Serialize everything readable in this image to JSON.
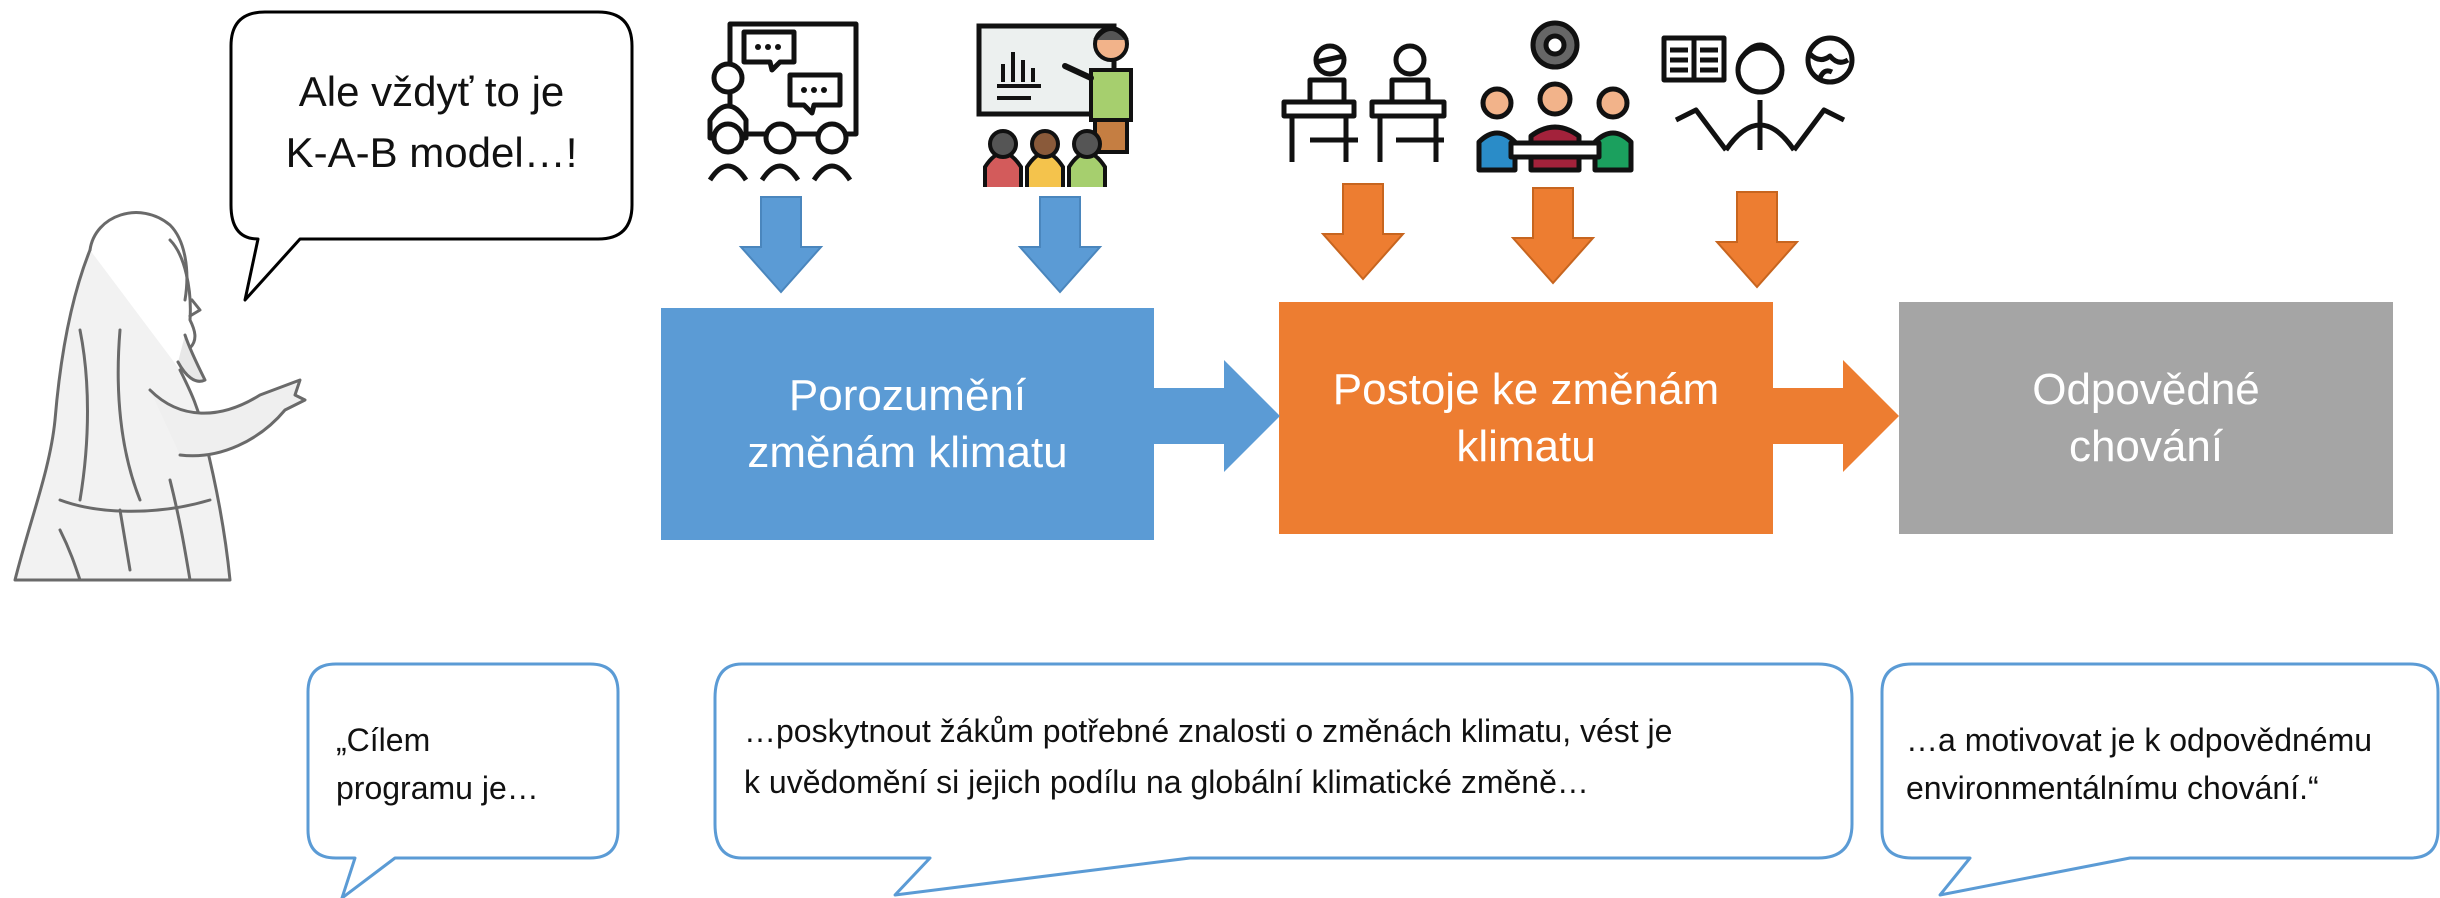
{
  "speech_bubble": {
    "text": "Ale vždyť to je\nK-A-B model…!"
  },
  "stages": [
    {
      "label": "Porozumění\nzměnám klimatu",
      "color": "#5B9BD5"
    },
    {
      "label": "Postoje ke změnám\nklimatu",
      "color": "#ED7D31"
    },
    {
      "label": "Odpovědné\nchování",
      "color": "#A5A5A5"
    }
  ],
  "quotes": [
    {
      "text": "„Cílem\nprogramu je…"
    },
    {
      "text": "…poskytnout žákům potřebné znalosti o změnách klimatu, vést je\nk uvědomění si jejich podílu na globální klimatické změně…"
    },
    {
      "text": "…a motivovat je k odpovědnému\nenvironmentálnímu chování.“"
    }
  ],
  "icons": [
    "classroom-discussion-icon",
    "teacher-presentation-icon",
    "students-desks-icon",
    "team-meeting-icon",
    "thinking-person-icon"
  ],
  "colors": {
    "blue": "#5B9BD5",
    "orange": "#ED7D31",
    "gray": "#A5A5A5",
    "bubble_border": "#5B9BD5"
  }
}
